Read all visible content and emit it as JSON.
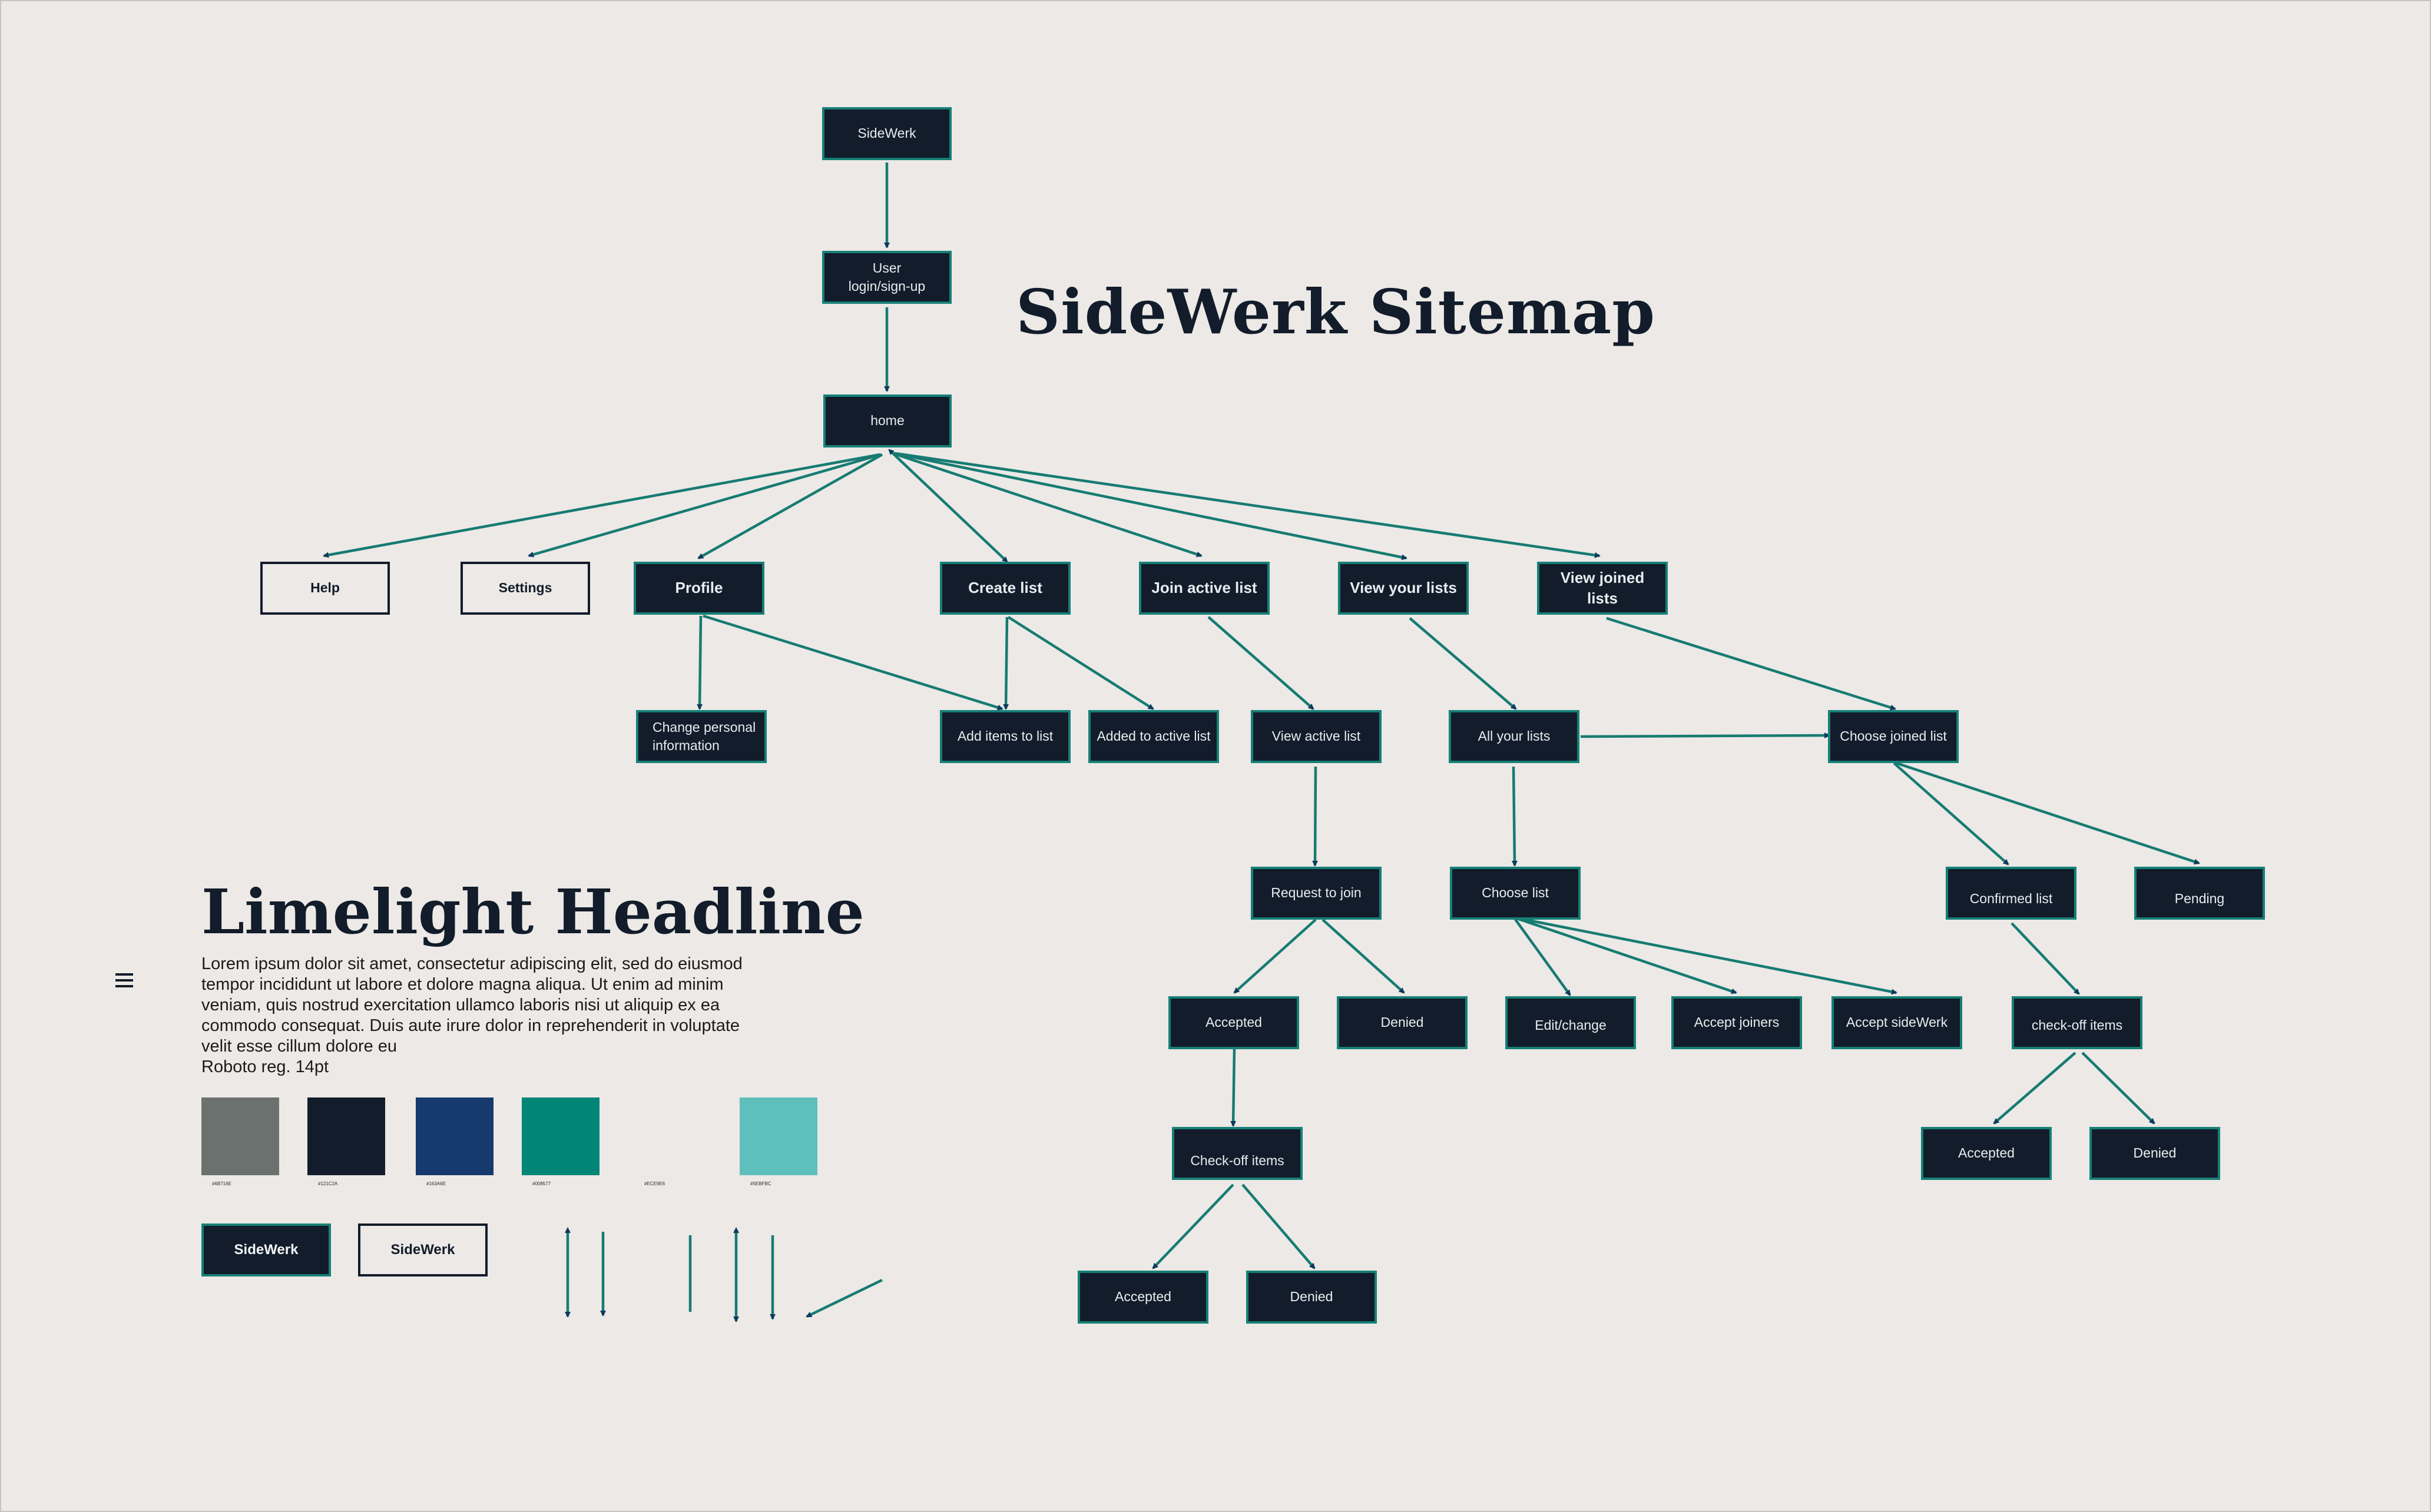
{
  "title": "SideWerk Sitemap",
  "colors": {
    "node_fill": "#121C2A",
    "node_border": "#168077",
    "edge": "#167B72",
    "arrowhead": "#0E3A5C",
    "background": "#ECE9E6"
  },
  "nodes": {
    "sidewerk": "SideWerk",
    "login_line1": "User",
    "login_line2": "login/sign-up",
    "home": "home",
    "help": "Help",
    "settings": "Settings",
    "profile": "Profile",
    "create_list": "Create list",
    "join_active_list": "Join active list",
    "view_your_lists": "View your lists",
    "view_joined_lists": "View joined lists",
    "change_info_line1": "Change personal",
    "change_info_line2": "information",
    "add_items": "Add items to list",
    "added_to_active": "Added to active list",
    "view_active_list": "View active list",
    "all_your_lists": "All your lists",
    "choose_joined_list": "Choose joined list",
    "request_to_join": "Request to join",
    "choose_list": "Choose list",
    "confirmed_list": "Confirmed list",
    "pending": "Pending",
    "accepted_1": "Accepted",
    "denied_1": "Denied",
    "edit_change": "Edit/change",
    "accept_joiners": "Accept joiners",
    "accept_sidewerk": "Accept sideWerk",
    "check_off_items_right": "check-off items",
    "check_off_items_left": "Check-off items",
    "accepted_2": "Accepted",
    "denied_2": "Denied",
    "accepted_3": "Accepted",
    "denied_3": "Denied"
  },
  "style_guide": {
    "headline": "Limelight Headline",
    "body": "Lorem ipsum dolor sit amet, consectetur adipiscing elit, sed do eiusmod tempor incididunt ut labore et dolore magna aliqua. Ut enim ad minim veniam, quis nostrud exercitation ullamco laboris nisi ut aliquip ex ea commodo consequat. Duis aute irure dolor in reprehenderit in voluptate velit esse cillum dolore eu",
    "font_note": "Roboto reg. 14pt",
    "menu_icon": "hamburger-icon",
    "swatches": [
      {
        "hex": "#6B716E",
        "label": "#6B716E"
      },
      {
        "hex": "#121C2A",
        "label": "#121C2A"
      },
      {
        "hex": "#163A6E",
        "label": "#163A6E"
      },
      {
        "hex": "#008577",
        "label": "#008577"
      },
      {
        "hex": "#ECE9E6",
        "label": "#ECE9E6"
      },
      {
        "hex": "#5EBFBC",
        "label": "#5EBFBC"
      }
    ],
    "button_filled": "SideWerk",
    "button_outlined": "SideWerk"
  }
}
